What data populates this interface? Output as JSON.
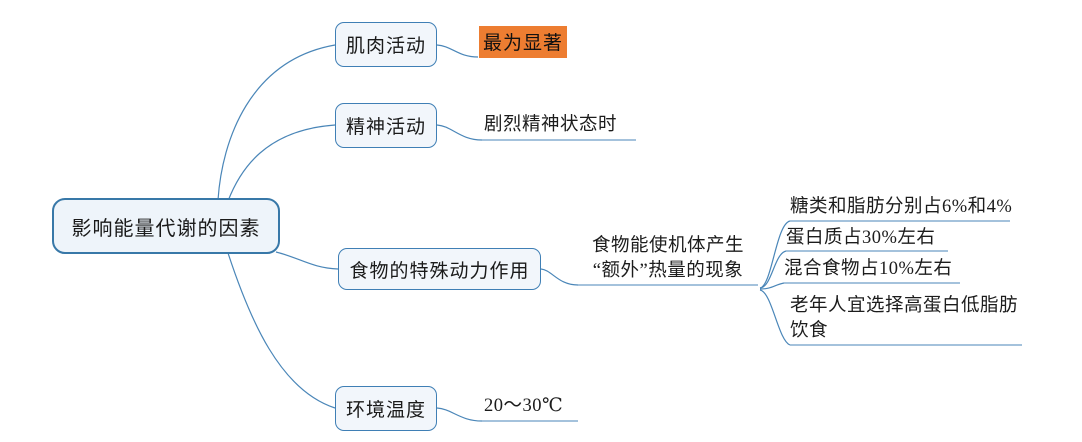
{
  "diagram": {
    "type": "mind-map",
    "title_node": "影响能量代谢的因素",
    "colors": {
      "node_border": "#3f7fb5",
      "root_border": "#3878a8",
      "node_fill": "#f2f6fb",
      "connector": "#4a86b8",
      "highlight_bg": "#ED7D31",
      "text": "#1a1a1a"
    },
    "branches": [
      {
        "id": "muscle",
        "label": "肌肉活动",
        "leaves": [
          {
            "text": "最为显著",
            "highlighted": true,
            "underline": false
          }
        ]
      },
      {
        "id": "mental",
        "label": "精神活动",
        "leaves": [
          {
            "text": "剧烈精神状态时",
            "highlighted": false,
            "underline": true
          }
        ]
      },
      {
        "id": "food",
        "label": "食物的特殊动力作用",
        "leaves": [
          {
            "text": "食物能使机体产生\n“额外”热量的现象",
            "highlighted": false,
            "underline": true
          }
        ],
        "sub_leaves": [
          {
            "text": "糖类和脂肪分别占6%和4%",
            "underline": true
          },
          {
            "text": "蛋白质占30%左右",
            "underline": true
          },
          {
            "text": "混合食物占10%左右",
            "underline": true
          },
          {
            "text": "老年人宜选择高蛋白低脂肪\n饮食",
            "underline": true
          }
        ]
      },
      {
        "id": "temperature",
        "label": "环境温度",
        "leaves": [
          {
            "text": "20～30℃",
            "highlighted": false,
            "underline": true
          }
        ]
      }
    ]
  }
}
